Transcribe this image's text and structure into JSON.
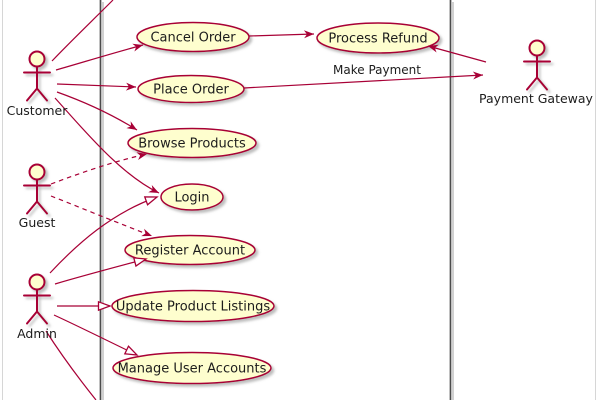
{
  "diagram_type": "UML use case diagram",
  "colors": {
    "line_accent": "#A80036",
    "usecase_fill": "#FEFECE",
    "boundary_line": "#4b4b4b",
    "text": "#1c1c1c",
    "background": "#ffffff"
  },
  "actors": [
    {
      "name": "Customer"
    },
    {
      "name": "Guest"
    },
    {
      "name": "Admin"
    },
    {
      "name": "Payment Gateway"
    }
  ],
  "use_cases": [
    {
      "name": "Cancel Order"
    },
    {
      "name": "Process Refund"
    },
    {
      "name": "Place Order"
    },
    {
      "name": "Browse Products"
    },
    {
      "name": "Login"
    },
    {
      "name": "Register Account"
    },
    {
      "name": "Update Product Listings"
    },
    {
      "name": "Manage User Accounts"
    }
  ],
  "relations": [
    {
      "from": "Customer",
      "to": "Cancel Order",
      "type": "solid-arrow"
    },
    {
      "from": "Customer",
      "to": "Place Order",
      "type": "solid-arrow"
    },
    {
      "from": "Customer",
      "to": "Browse Products",
      "type": "solid-arrow"
    },
    {
      "from": "Customer",
      "to": "Login",
      "type": "solid-arrow"
    },
    {
      "from": "Guest",
      "to": "Browse Products",
      "type": "dashed-arrow"
    },
    {
      "from": "Guest",
      "to": "Register Account",
      "type": "dashed-arrow"
    },
    {
      "from": "Admin",
      "to": "Login",
      "type": "hollow-triangle"
    },
    {
      "from": "Admin",
      "to": "Register Account",
      "type": "hollow-triangle"
    },
    {
      "from": "Admin",
      "to": "Update Product Listings",
      "type": "hollow-triangle"
    },
    {
      "from": "Admin",
      "to": "Manage User Accounts",
      "type": "hollow-triangle"
    },
    {
      "from": "Cancel Order",
      "to": "Process Refund",
      "type": "solid-arrow"
    },
    {
      "from": "Place Order",
      "to": "Payment Gateway",
      "type": "solid-arrow",
      "label": "Make Payment"
    },
    {
      "from": "Payment Gateway",
      "to": "Process Refund",
      "type": "solid-arrow"
    },
    {
      "from": "Customer",
      "to": "(cut off at top edge)",
      "type": "solid-line"
    },
    {
      "from": "Admin",
      "to": "(cut off at bottom edge)",
      "type": "solid-line"
    }
  ]
}
